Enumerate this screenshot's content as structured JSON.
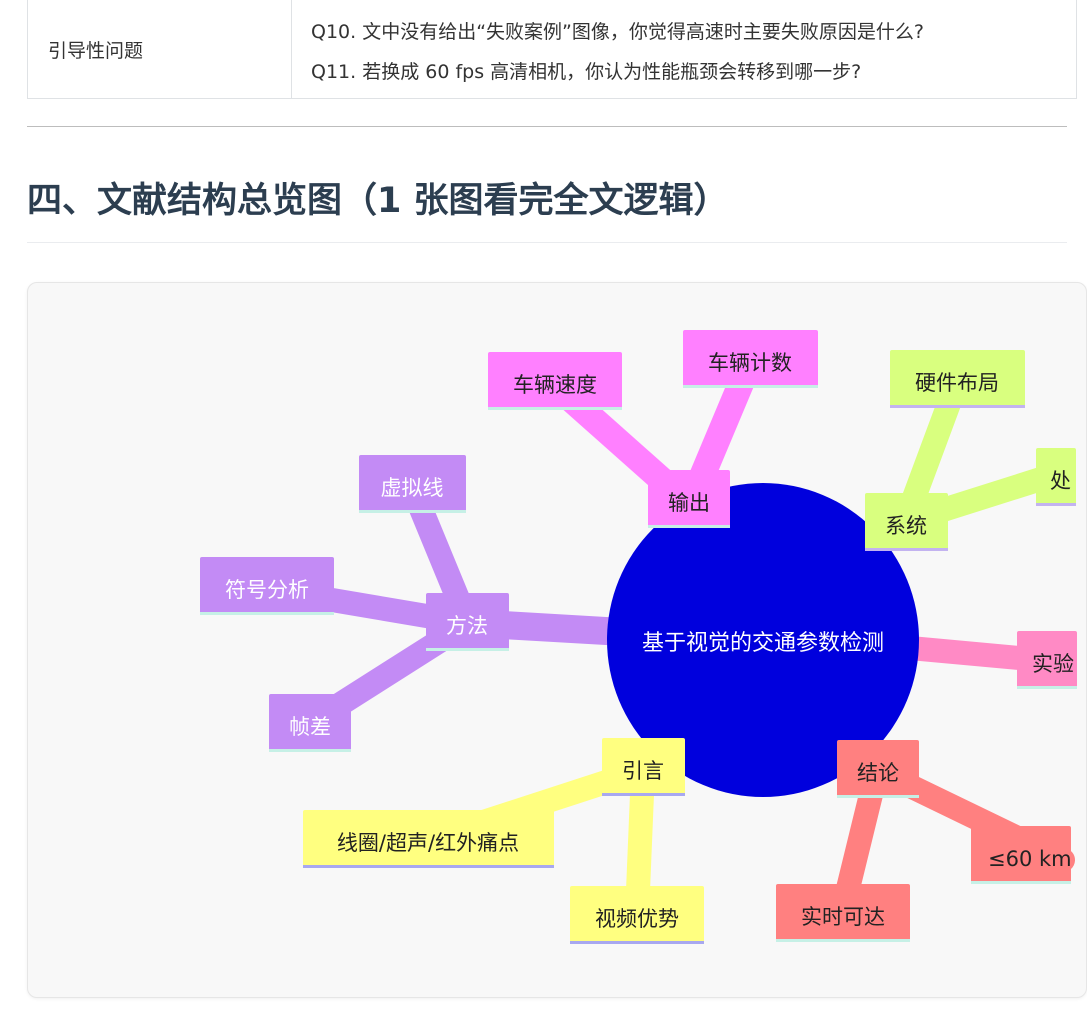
{
  "questions_table": {
    "label": "引导性问题",
    "items": [
      "Q10. 文中没有给出“失败案例”图像，你觉得高速时主要失败原因是什么?",
      "Q11. 若换成 60 fps 高清相机，你认为性能瓶颈会转移到哪一步?"
    ]
  },
  "section": {
    "title": "四、文献结构总览图（1 张图看完全文逻辑）"
  },
  "mindmap": {
    "center": "基于视觉的交通参数检测",
    "branches": {
      "output": {
        "label": "输出",
        "color": "#ff80ff",
        "children": [
          "车辆速度",
          "车辆计数"
        ]
      },
      "system": {
        "label": "系统",
        "color": "#d9ff7f",
        "children": [
          "硬件布局",
          "处"
        ]
      },
      "method": {
        "label": "方法",
        "color": "#c38bf5",
        "children": [
          "虚拟线",
          "符号分析",
          "帧差"
        ]
      },
      "intro": {
        "label": "引言",
        "color": "#ffff80",
        "children": [
          "线圈/超声/红外痛点",
          "视频优势"
        ]
      },
      "conclusion": {
        "label": "结论",
        "color": "#ff8080",
        "children": [
          "实时可达",
          "≤60 km"
        ]
      },
      "experiment": {
        "label": "实验",
        "color": "#ff8ac5",
        "children": []
      }
    },
    "colors": {
      "center_fill": "#0000dd",
      "center_text": "#ffffff"
    }
  }
}
